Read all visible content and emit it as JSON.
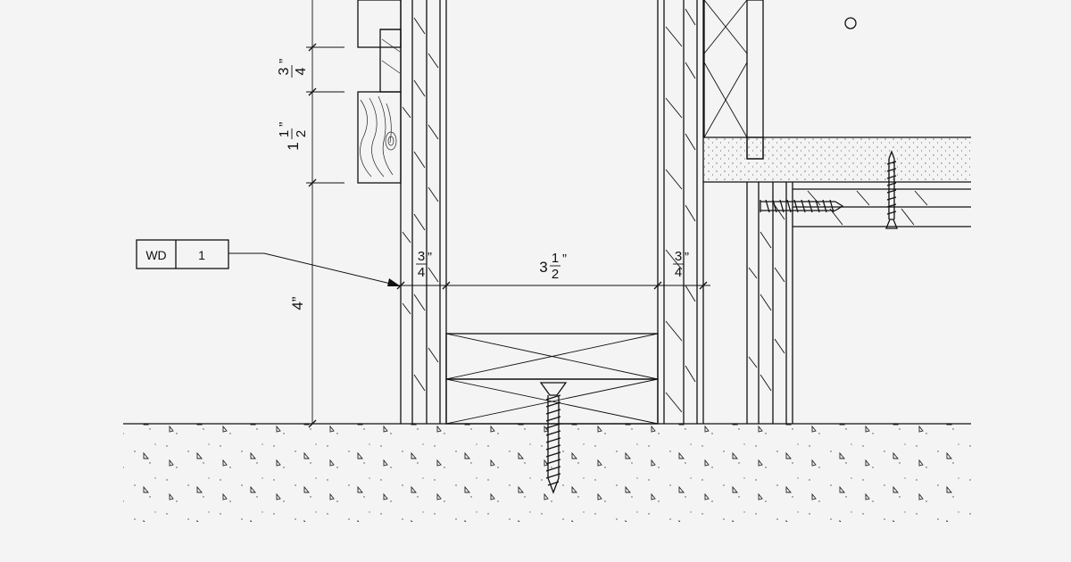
{
  "tag": {
    "code": "WD",
    "number": "1"
  },
  "dimensions": {
    "left_top": {
      "num": "3",
      "den": "4",
      "mark": "”"
    },
    "left_mid": {
      "whole": "1",
      "num": "1",
      "den": "2",
      "mark": "”"
    },
    "left_height": "4”",
    "horiz_left": {
      "num": "3",
      "den": "4",
      "mark": "”"
    },
    "horiz_center": {
      "whole": "3",
      "num": "1",
      "den": "2",
      "mark": "”"
    },
    "horiz_right": {
      "num": "3",
      "den": "4",
      "mark": "”"
    }
  },
  "colors": {
    "background": "#f4f4f4",
    "line": "#111111"
  }
}
